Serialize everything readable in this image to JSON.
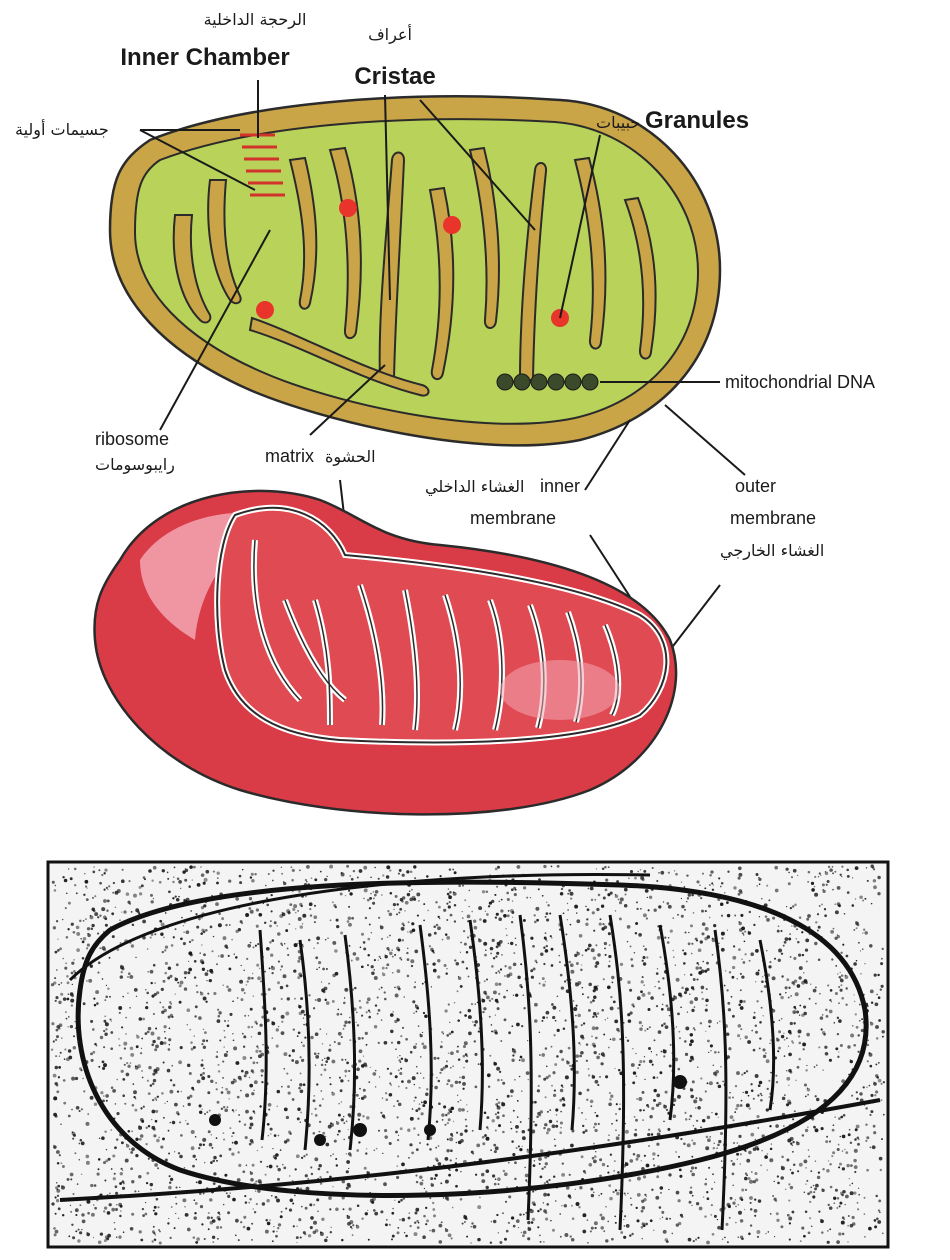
{
  "labels": {
    "inner_chamber_ar": "الرحجة الداخلية",
    "inner_chamber_en": "Inner Chamber",
    "cristae_ar": "أعراف",
    "cristae_en": "Cristae",
    "primary_particles_ar": "جسيمات أولية",
    "granules_ar": "حبيبات",
    "granules_en": "Granules",
    "mito_dna": "mitochondrial DNA",
    "ribosome_en": "ribosome",
    "ribosome_ar": "رايبوسومات",
    "matrix_ar": "الحشوة",
    "matrix_en": "matrix",
    "inner_membrane_ar": "الغشاء الداخلي",
    "inner_membrane_en": "inner",
    "inner_membrane_en2": "membrane",
    "outer_membrane_en": "outer",
    "outer_membrane_en2": "membrane",
    "outer_membrane_ar": "الغشاء الخارجي"
  },
  "colors": {
    "membrane_olive": "#c9a547",
    "matrix_green": "#b9d35a",
    "granule_red": "#e8342a",
    "mito3d_red": "#d93b47",
    "mito3d_light": "#f2a7b3",
    "micrograph_ink": "#111111"
  }
}
